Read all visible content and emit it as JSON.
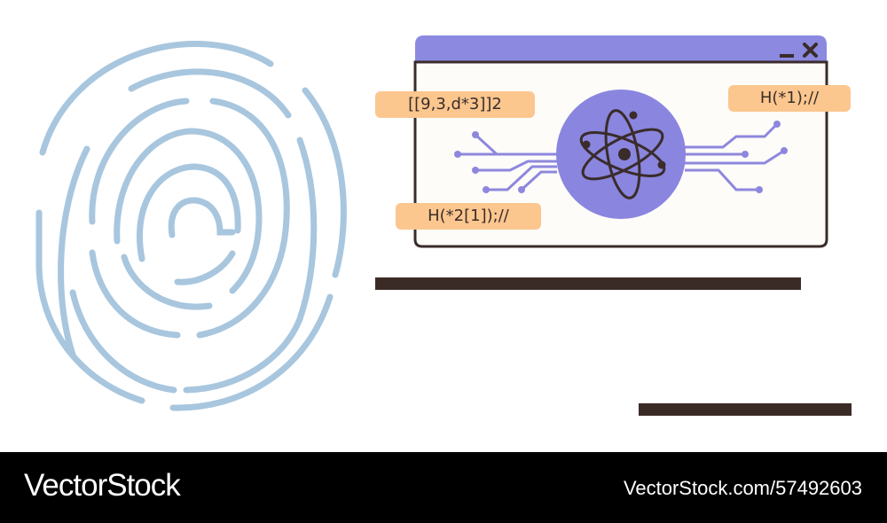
{
  "colors": {
    "fingerprint": "#a8c6de",
    "titlebar": "#8b8ae0",
    "window_bg": "#fdfcf9",
    "outline": "#3a2c2a",
    "circuit": "#8e87dd",
    "atom_disk": "#8a85df",
    "tag_bg": "#fcc68f",
    "bar": "#3b2b27",
    "footer_bg": "#000000",
    "footer_text": "#ffffff"
  },
  "icons": {
    "fingerprint": "fingerprint-icon",
    "atom": "atom-icon",
    "minimize": "minimize-icon",
    "close": "close-icon"
  },
  "window": {
    "minimize_symbol": "—",
    "close_symbol": "✕"
  },
  "code_tags": [
    "[[9,3,d*3]]2",
    "H(*1);//",
    "H(*2[1]);//"
  ],
  "footer": {
    "brand": "VectorStock",
    "image_id": "VectorStock.com/57492603"
  }
}
